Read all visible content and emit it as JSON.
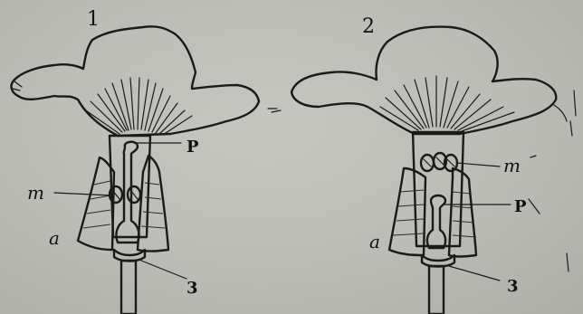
{
  "figures": [
    {
      "number": "1",
      "labels": {
        "pistil": "P",
        "stamens": "m",
        "calyx": "a",
        "ovary": "3"
      }
    },
    {
      "number": "2",
      "labels": {
        "pistil": "P",
        "stamens": "m",
        "calyx": "a",
        "ovary": "3"
      }
    }
  ],
  "colors": {
    "ink": "#1a1a1a",
    "paper": "#bdbdb7",
    "shade": "#2f2f2f"
  }
}
